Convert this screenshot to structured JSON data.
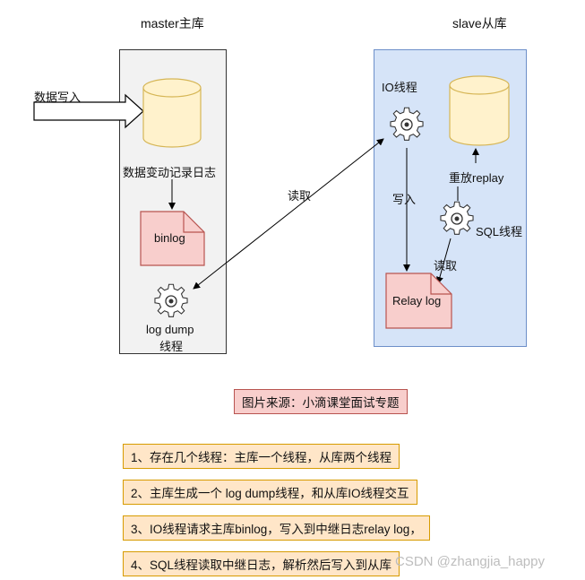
{
  "master": {
    "title": "master主库",
    "disk_label": "数据变动记录日志",
    "binlog": "binlog",
    "dump_thread_line1": "log dump",
    "dump_thread_line2": "线程"
  },
  "slave": {
    "title": "slave从库",
    "io_thread": "IO线程",
    "relay_log": "Relay log",
    "replay": "重放replay",
    "sql_thread": "SQL线程"
  },
  "arrows": {
    "data_write": "数据写入",
    "read_binlog": "读取",
    "write_relay": "写入",
    "read_relay": "读取"
  },
  "source": "图片来源：小滴课堂面试专题",
  "notes": [
    "1、存在几个线程：主库一个线程，从库两个线程",
    "2、主库生成一个 log dump线程，和从库IO线程交互",
    "3、IO线程请求主库binlog，写入到中继日志relay log，",
    "4、SQL线程读取中继日志，解析然后写入到从库"
  ],
  "watermark": "CSDN @zhangjia_happy",
  "colors": {
    "db_fill": "#fff2cc",
    "db_stroke": "#d6b656",
    "doc_fill": "#f8cecc",
    "doc_stroke": "#b85450"
  }
}
